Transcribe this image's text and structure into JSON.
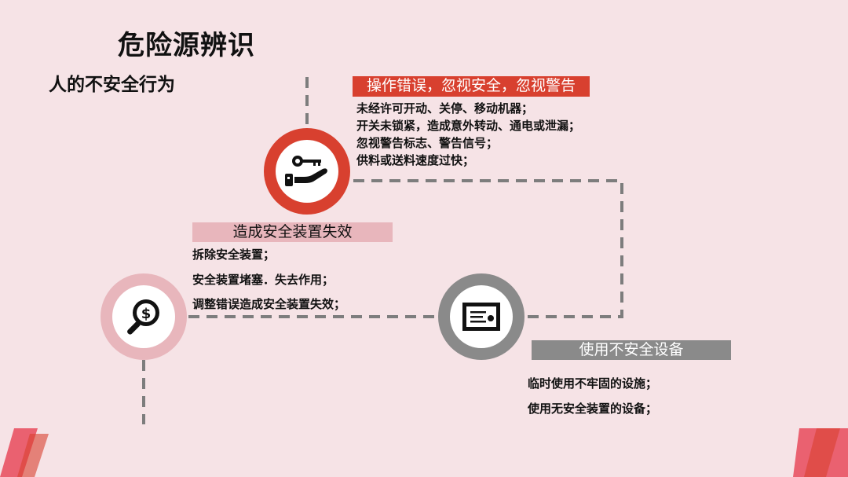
{
  "title": "危险源辨识",
  "subtitle": "人的不安全行为",
  "nodes": {
    "top": {
      "icon": "key-hand-icon",
      "heading": "操作错误，忽视安全，忽视警告",
      "items": [
        "未经许可开动、关停、移动机器；",
        "开关未锁紧，造成意外转动、通电或泄漏；",
        "忽视警告标志、警告信号；",
        "供料或送料速度过快；"
      ]
    },
    "left": {
      "icon": "magnifier-dollar-icon",
      "heading": "造成安全装置失效",
      "items": [
        "拆除安全装置；",
        "安全装置堵塞．失去作用；",
        "调整错误造成安全装置失效；"
      ]
    },
    "right": {
      "icon": "certificate-icon",
      "heading": "使用不安全设备",
      "items": [
        "临时使用不牢固的设施；",
        "使用无安全装置的设备；"
      ]
    }
  },
  "colors": {
    "background": "#f6e3e6",
    "red": "#d8402f",
    "pink": "#e8b6bc",
    "gray": "#8a8a8a",
    "dash": "#7d7d7d"
  }
}
